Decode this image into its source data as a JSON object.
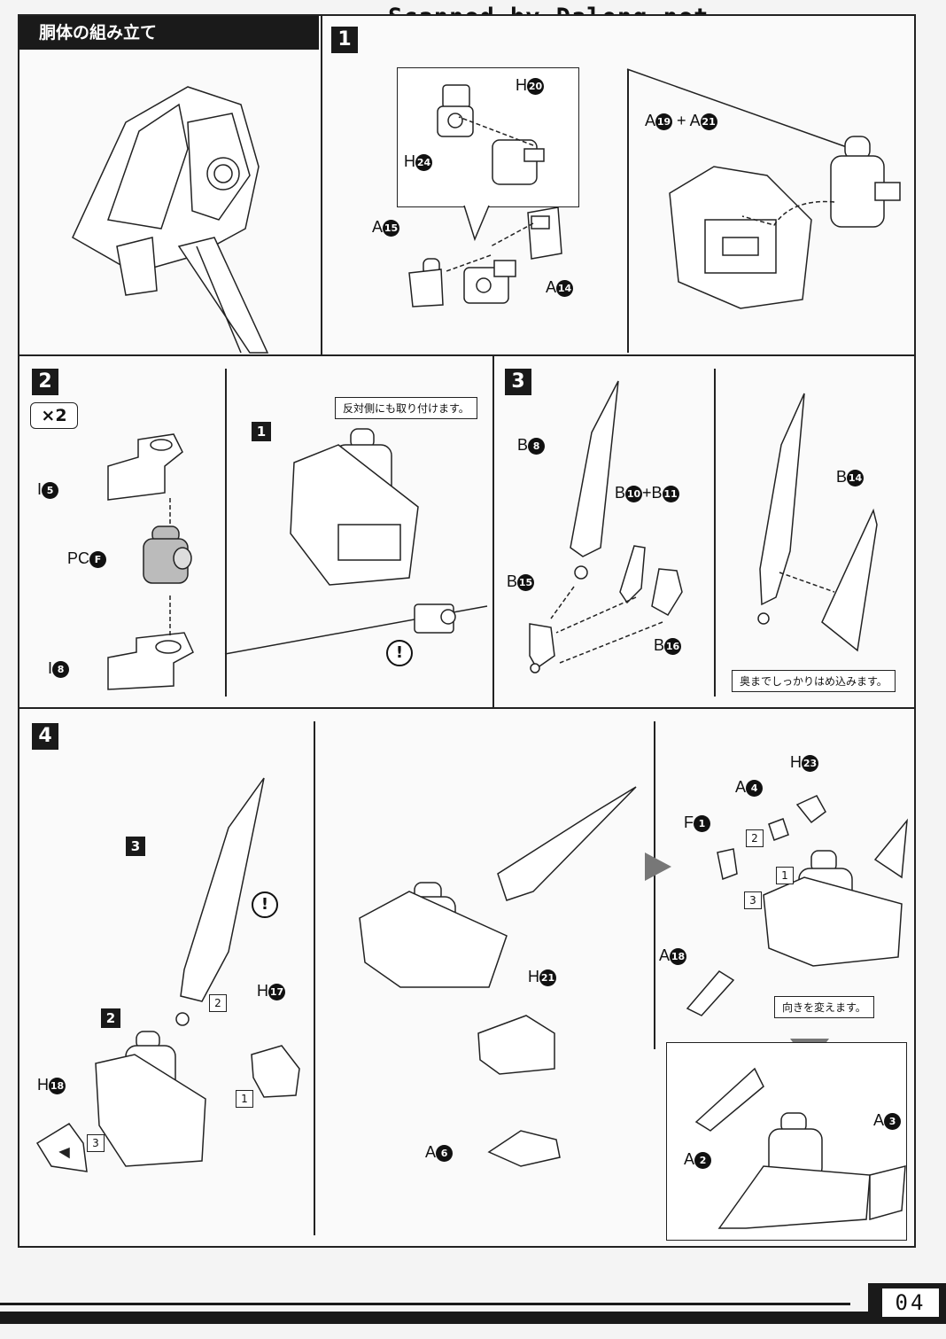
{
  "watermark": "Scanned by Dalong.net",
  "section_title": "胴体の組み立て",
  "page_number": "04",
  "steps": {
    "s1": {
      "num": "1",
      "labels": {
        "h20": "H",
        "h20n": "20",
        "h24": "H",
        "h24n": "24",
        "a15": "A",
        "a15n": "15",
        "a14": "A",
        "a14n": "14",
        "a19": "A",
        "a19n": "19",
        "plus": "+",
        "a21": "A",
        "a21n": "21"
      }
    },
    "s2": {
      "num": "2",
      "mult": "×2",
      "note": "反対側にも取り付けます。",
      "ref1": "1",
      "labels": {
        "i5": "I",
        "i5n": "5",
        "pcf": "PC",
        "pcfn": "F",
        "i8": "I",
        "i8n": "8"
      }
    },
    "s3": {
      "num": "3",
      "note": "奥までしっかりはめ込みます。",
      "labels": {
        "b8": "B",
        "b8n": "8",
        "b10": "B",
        "b10n": "10",
        "plus": "+",
        "b11": "B",
        "b11n": "11",
        "b15": "B",
        "b15n": "15",
        "b16": "B",
        "b16n": "16",
        "b14": "B",
        "b14n": "14"
      }
    },
    "s4": {
      "num": "4",
      "ref3": "3",
      "ref2": "2",
      "note": "向きを変えます。",
      "labels": {
        "h17": "H",
        "h17n": "17",
        "h18": "H",
        "h18n": "18",
        "h21": "H",
        "h21n": "21",
        "a6": "A",
        "a6n": "6",
        "h23": "H",
        "h23n": "23",
        "a4": "A",
        "a4n": "4",
        "f1": "F",
        "f1n": "1",
        "a18": "A",
        "a18n": "18",
        "a2": "A",
        "a2n": "2",
        "a3": "A",
        "a3n": "3"
      },
      "seq": {
        "one": "1",
        "two": "2",
        "three": "3"
      }
    }
  }
}
